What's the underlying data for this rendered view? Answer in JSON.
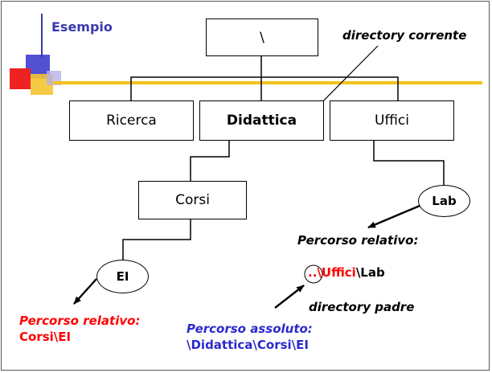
{
  "slide": {
    "title": "Esempio"
  },
  "tree": {
    "root": "\\",
    "ricerca": "Ricerca",
    "didattica": "Didattica",
    "uffici": "Uffici",
    "corsi": "Corsi",
    "lab": "Lab",
    "ei": "EI"
  },
  "annotations": {
    "current_dir": "directory corrente",
    "relative_label_right": "Percorso relativo:",
    "relative_path_dots": "..",
    "relative_path_uffici": "\\Uffici",
    "relative_path_lab": "\\Lab",
    "parent_dir": "directory padre",
    "relative_label_left": "Percorso relativo:",
    "relative_path_left": "Corsi\\EI",
    "absolute_label": "Percorso assoluto:",
    "absolute_path": "\\Didattica\\Corsi\\EI"
  },
  "colors": {
    "title": "#3a3ab0",
    "relative_left": "#ff0000",
    "uffici": "#ff0000",
    "absolute": "#2a2acc",
    "rule": "#f2c21b",
    "deco_blue": "#3333cc",
    "deco_red": "#ee2222",
    "deco_yellow": "#f4c430"
  }
}
